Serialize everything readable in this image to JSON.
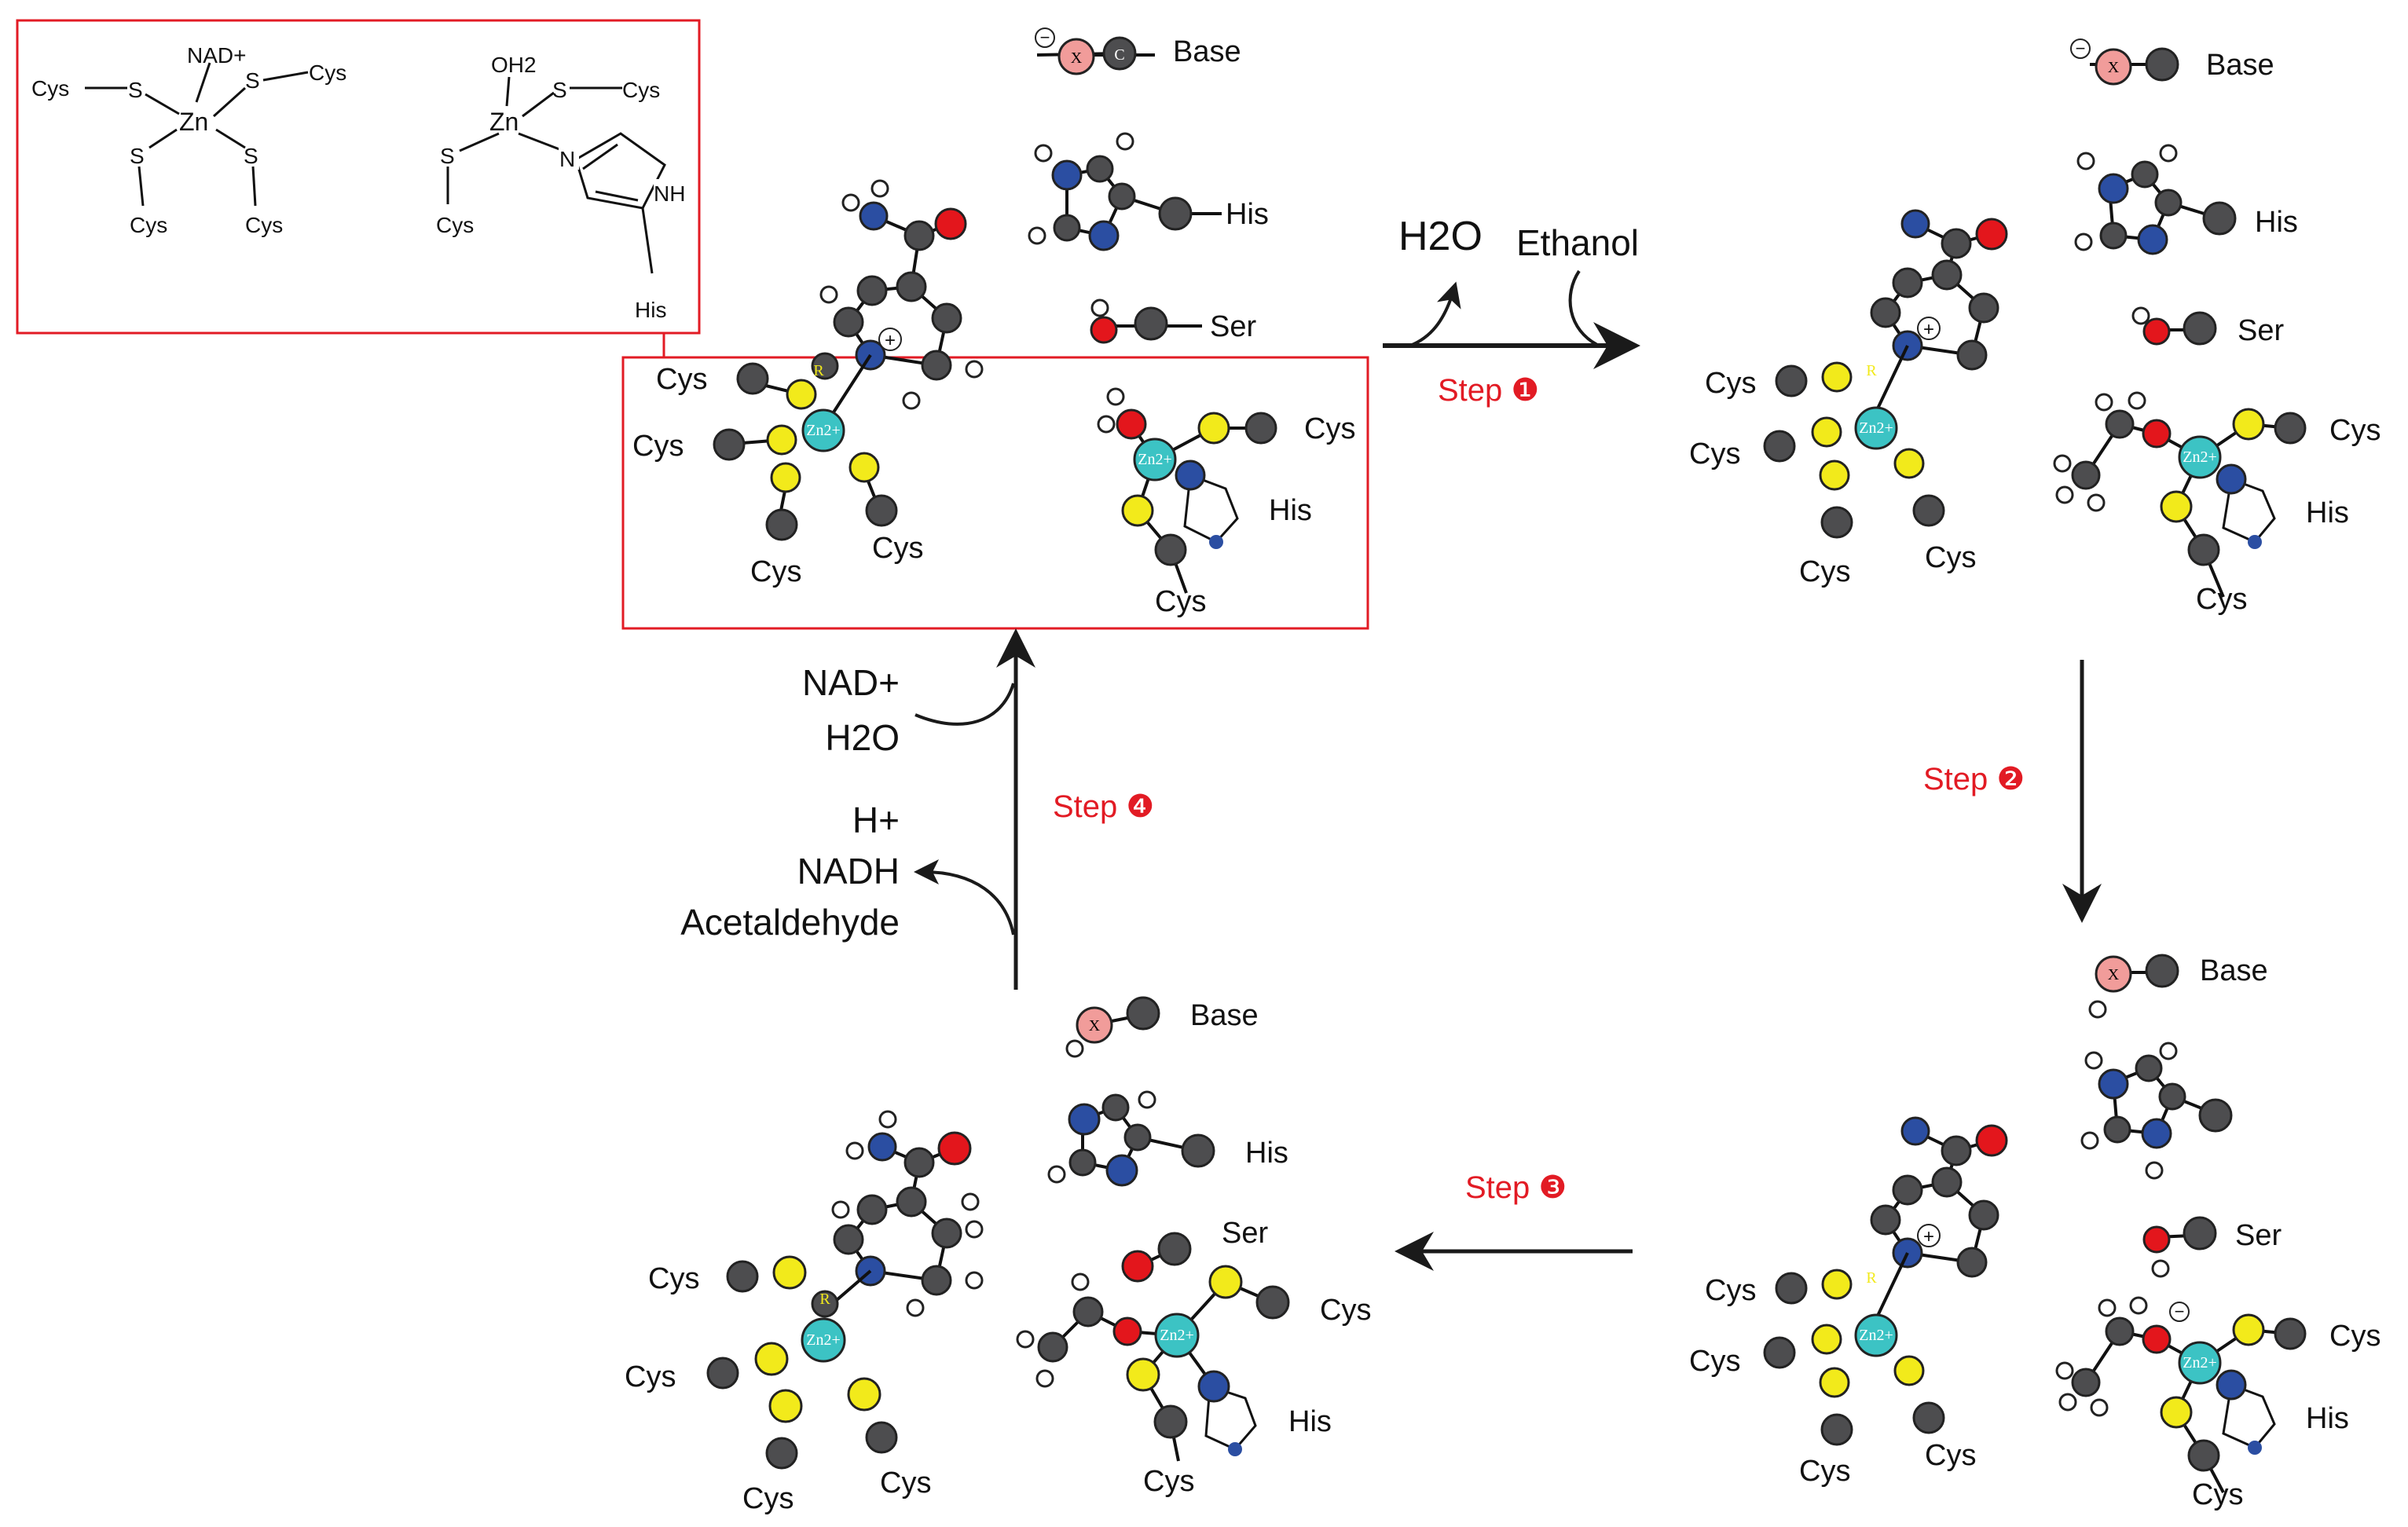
{
  "colors": {
    "carbon": "#4d4d4f",
    "oxygen": "#e3161c",
    "nitrogen": "#2b4ea2",
    "sulfur": "#f2ea1b",
    "zinc": "#3cc3c4",
    "hydrogen": "#ffffff",
    "base_x": "#f19c9a",
    "accent_red": "#e21b24",
    "bond": "#1a1a1a"
  },
  "inset": {
    "left": {
      "zn": "Zn",
      "nad": "NAD+",
      "s": "S",
      "cys": "Cys"
    },
    "right": {
      "zn": "Zn",
      "oh2": "OH2",
      "s": "S",
      "cys": "Cys",
      "n": "N",
      "nh": "NH",
      "his": "His"
    }
  },
  "residues": {
    "base": "Base",
    "his": "His",
    "ser": "Ser",
    "cys": "Cys"
  },
  "atom_letters": {
    "x": "X",
    "c": "C",
    "n": "N",
    "o": "O",
    "s": "S",
    "r": "R",
    "h": "H",
    "zn": "Zn2+",
    "minus": "−",
    "plus": "+"
  },
  "steps": {
    "step1": "Step ❶",
    "step2": "Step ❷",
    "step3": "Step ❸",
    "step4": "Step ❹"
  },
  "step1_reagents": {
    "water": "H2O",
    "ethanol": "Ethanol"
  },
  "step4_reagents": {
    "in_nad": "NAD+",
    "in_water": "H2O",
    "out_h": "H+",
    "out_nadh": "NADH",
    "out_acetaldehyde": "Acetaldehyde"
  }
}
